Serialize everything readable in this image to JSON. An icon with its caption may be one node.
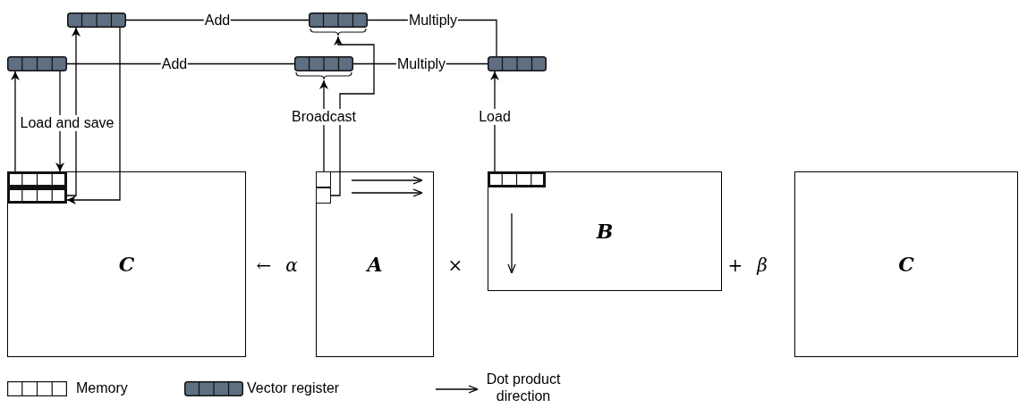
{
  "diagram": {
    "nodes": [
      {
        "text": [],
        "shape": "box"
      },
      {
        "text": [],
        "shape": "box"
      },
      {
        "text": [],
        "shape": "box"
      },
      {
        "text": [],
        "shape": "box"
      },
      {
        "text": [],
        "shape": "box"
      },
      {
        "text": [
          "C"
        ]
      },
      {
        "text": [],
        "shape": "box",
        "in": 5
      },
      {
        "text": [],
        "shape": "box",
        "in": 5
      },
      {
        "text": [
          "A"
        ]
      },
      {
        "text": [],
        "shape": "box",
        "in": 8
      },
      {
        "text": [],
        "shape": "box",
        "in": 8
      },
      {
        "text": [
          "B"
        ]
      },
      {
        "text": [],
        "shape": "box",
        "in": 11
      },
      {
        "text": [
          "C"
        ]
      }
    ],
    "edges": [
      {
        "from": 6,
        "to": 2,
        "arrow": "to",
        "label": "Load and save"
      },
      {
        "from": 2,
        "to": 6,
        "arrow": "to"
      },
      {
        "from": 7,
        "to": 0,
        "arrow": "to"
      },
      {
        "from": 0,
        "to": 7,
        "arrow": "to"
      },
      {
        "from": 2,
        "to": 3,
        "arrow": "none",
        "label": "Add"
      },
      {
        "from": 0,
        "to": 1,
        "arrow": "none",
        "label": "Add"
      },
      {
        "from": 3,
        "to": 4,
        "arrow": "none",
        "label": "Multiply"
      },
      {
        "from": 1,
        "to": 4,
        "arrow": "none",
        "label": "Multiply"
      },
      {
        "from": 9,
        "to": 3,
        "arrow": "to",
        "label": "Broadcast"
      },
      {
        "from": 10,
        "to": 1,
        "arrow": "to"
      },
      {
        "from": 12,
        "to": 4,
        "arrow": "to",
        "label": "Load"
      }
    ],
    "labels": [
      "←",
      "α",
      "×",
      "+",
      "β"
    ],
    "legend": [
      {
        "text": "Memory"
      },
      {
        "text": "Vector register"
      },
      {
        "text": "Dot product direction"
      }
    ]
  }
}
